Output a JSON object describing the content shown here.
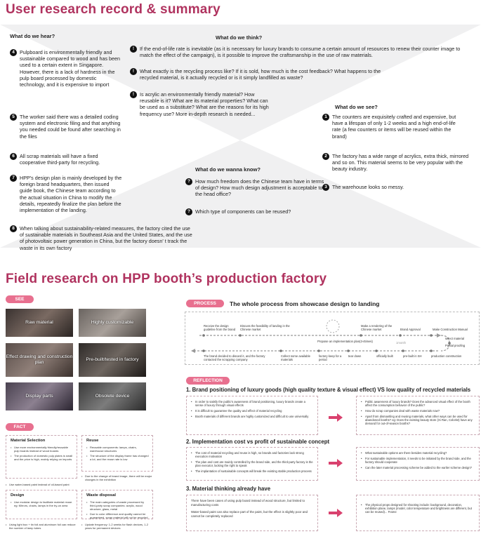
{
  "titles": {
    "top": "User research record & summary",
    "mid": "Field research on HPP booth’s production factory"
  },
  "map": {
    "hear": {
      "title": "What do we hear?",
      "items": [
        {
          "n": "4",
          "text": "Pulpboard is environmentally friendly and sustainable compared to wood and has been used to a certain extent in Singapore. However, there is a lack of hardness in the pulp board processed by domestic technology, and it is expensive to import"
        },
        {
          "n": "5",
          "text": "The worker said there was a detailed coding system and electronic filing and that anything you needed could be found after searching in the files"
        },
        {
          "n": "6",
          "text": "All scrap materials will have a fixed cooperative third-party for recycling."
        },
        {
          "n": "7",
          "text": "HPP's design plan is mainly developed by the foreign brand headquarters, then issued guide book, the Chinese team according to the actual situation in China to modify the details, repeatedly finalize the plan before the implementation of the landing."
        },
        {
          "n": "8",
          "text": "When talking about sustainability-related measures, the factory cited the use of sustainable materials in Southeast Asia and the United States, and the use of photovoltaic power generation in China, but the factory doesn' t track the waste in its own factory"
        }
      ]
    },
    "think": {
      "title": "What do we think?",
      "items": [
        {
          "n": "!",
          "text": "If the end-of-life rate is inevitable (as it is necessary for luxury brands to consume a certain amount of resources to renew their counter image to match the effect of the campaign), is it possible to improve the craftsmanship in the use of raw materials."
        },
        {
          "n": "!",
          "text": "What exactly is the recycling process like? If it is sold, how much is the cost feedback? What happens to the recycled material, is it actually recycled or is it simply landfilled as waste?"
        },
        {
          "n": "!",
          "text": "Is acrylic an environmentally friendly material? How reusable is it? What are its material properties? What can be used as a substitute? What are the reasons for its high frequency use? More in-depth research is needed..."
        }
      ]
    },
    "see": {
      "title": "What do we see?",
      "items": [
        {
          "n": "1",
          "text": "The counters are exquisitely crafted and expensive, but have a lifespan of only 1-2 weeks and a high end-of-life rate (a few counters or items will be reused within the brand)"
        },
        {
          "n": "2",
          "text": "The factory has a wide range of acrylics, extra thick, mirrored and so on. This material seems to be very popular with the beauty industry."
        },
        {
          "n": "3",
          "text": "The warehouse looks so messy."
        }
      ]
    },
    "know": {
      "title": "What do we wanna know?",
      "items": [
        {
          "n": "?",
          "text": "How much freedom does the Chinese team have in terms of design? How much design adjustment is acceptable to the head office?"
        },
        {
          "n": "?",
          "text": "Which type of components can be reused?"
        }
      ]
    }
  },
  "left": {
    "see_label": "SEE",
    "photos": [
      "Raw material",
      "Highly customizable",
      "Effect drawing and construction plan",
      "Pre-built/tested in factory",
      "Display parts",
      "Obsolete device"
    ],
    "fact_label": "FACT",
    "facts": [
      {
        "title": "Material Selection",
        "items": [
          "Use more environmentally friendly/reusable pulp boards instead of wood boards",
          "The production of domestic pulp plates is small and the price is high, mainly relying on imports"
        ],
        "note": "Use water-based paint instead of oil-based paint"
      },
      {
        "title": "Reuse",
        "items": [
          "Reusable components: lamps, chairs, warehouse structures",
          "The structure of the display frame has changed a lot, and the reuse rate is low"
        ],
        "note": "Due to the change of brand image, there will be major changes in the exhibition"
      },
      {
        "title": "Design",
        "items": [
          "Use modular design to facilitate material reuse. eg: Mirrors, chairs, lamps in the try-on area"
        ],
        "note": "Using light box + tin foil and aluminum foil can reduce the number of lamp tubes"
      },
      {
        "title": "Waste disposal",
        "items": [
          "The main categories of waste processed by third-party scrap companies: acrylic, wood structure, glass, metal",
          "Due to color difference and quality cannot be guaranteed, scrap material will not be recycled"
        ],
        "note": "Update frequency: 1-2 weeks for flash devices, 1-2 years for permanent devices"
      }
    ]
  },
  "process": {
    "label": "PROCESS",
    "title": "The whole process from showcase design to landing",
    "time": "1month",
    "steps_top": [
      "Receive the design guideline from the brand",
      "Discuss the feasibility of landing in the Chinese market",
      "Make a rendering of the Chinese market",
      "Brand Approval",
      "Make Construction Manual"
    ],
    "steps_mid": [
      "Propose an implementation plan(3-4times)"
    ],
    "steps_right": [
      "select material",
      "Partial proofing"
    ],
    "steps_bottom": [
      "The brand decided to discard it, and the factory contacted the scrapping company",
      "Collect some available materials",
      "factory keep for a period",
      "tear down",
      "officially built",
      "pre-built in SH",
      "production construction"
    ]
  },
  "reflection": {
    "label": "REFLECTION",
    "sections": [
      {
        "title": "1. Brand positioning of luxury goods (high quality texture & visual effect) VS low quality of recycled materials",
        "left": [
          "In order to satisfy the public's awareness of brand positioning, luxury brands create a sense of luxury through visual effects",
          "It is difficult to guarantee the quality and effect of material recycling",
          "Booth materials of different brands are highly customized and difficult to use universally"
        ],
        "right": [
          "Public awareness of luxury brands? Does the advanced visual effect of the booth affect the consumption behavior of the public?",
          "How do scrap companies deal with waste materials now?",
          "Apart from dismantling and reusing materials, what other ways can be used for abandoned booths? eg: Does the existing beauty store (Xi Ran, Colorist) have any demand for out-of-season booths?"
        ]
      },
      {
        "title": "2. Implementation cost vs profit of sustainable concept",
        "left": [
          "The cost of material recycling and reuse is high, so brands and factories lack strong execution motivation",
          "The plan and cost are mainly controlled by the brand side, and the third-party factory is the plan executor, lacking the right to speak",
          "The implantation of sustainable concepts will break the existing stable production process"
        ],
        "right": [
          "What sustainable options are there besides material recycling?",
          "For sustainable implementation, it needs to be initiated by the brand side, and the factory should cooperate",
          "Can the later material processing scheme be added to the earlier scheme design?"
        ]
      },
      {
        "title": "3. Material thinking already have",
        "left_text": [
          "There have been cases of using pulp board instead of wood structure, but limited to manufacturing costs",
          "Water-based paint can also replace part of the paint, but the effect is slightly poor and cannot be completely replaced"
        ],
        "right": [
          "The physical props designed for shooting include: background, decoration, exhibition plane, lamps (model, color temperature and brightness are different, but can be reused)... Frame"
        ]
      }
    ]
  },
  "colors": {
    "accent": "#b0335f",
    "pill": "#e8708f",
    "arrow": "#d9416e"
  }
}
